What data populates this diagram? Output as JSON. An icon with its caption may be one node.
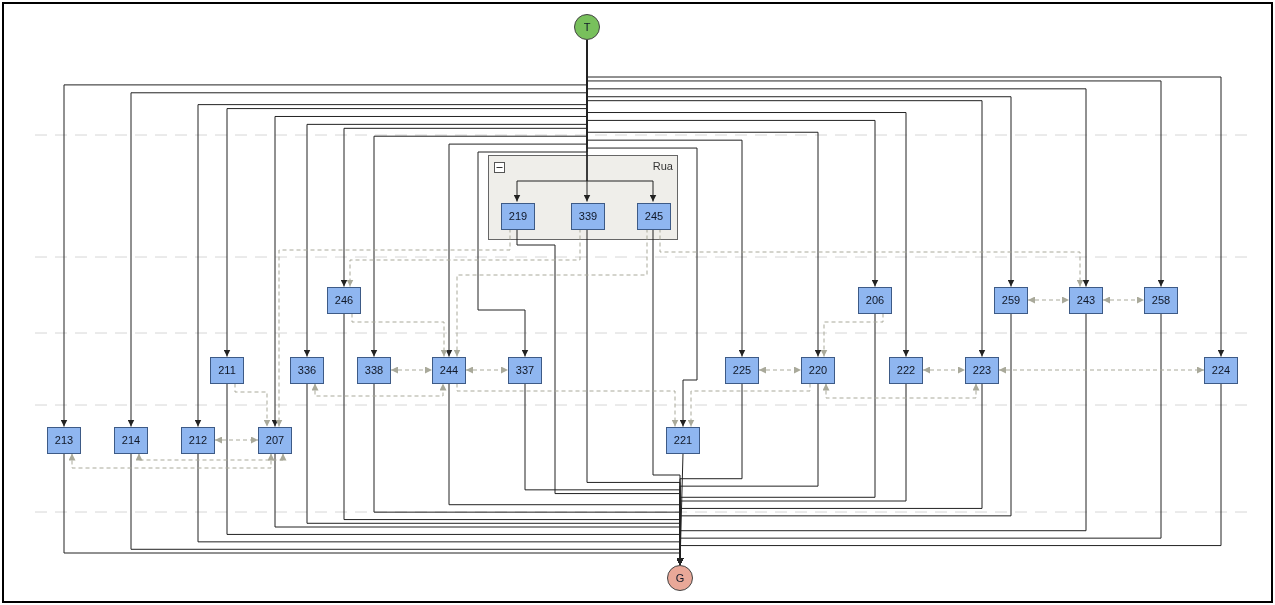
{
  "diagram": {
    "nodes": [
      {
        "text": [
          "T"
        ]
      },
      {
        "text": [
          "Rua"
        ]
      },
      {
        "text": [
          "219"
        ],
        "in": 1
      },
      {
        "text": [
          "339"
        ],
        "in": 1
      },
      {
        "text": [
          "245"
        ],
        "in": 1
      },
      {
        "text": [
          "246"
        ]
      },
      {
        "text": [
          "206"
        ]
      },
      {
        "text": [
          "259"
        ]
      },
      {
        "text": [
          "243"
        ]
      },
      {
        "text": [
          "258"
        ]
      },
      {
        "text": [
          "211"
        ]
      },
      {
        "text": [
          "336"
        ]
      },
      {
        "text": [
          "338"
        ]
      },
      {
        "text": [
          "244"
        ]
      },
      {
        "text": [
          "337"
        ]
      },
      {
        "text": [
          "225"
        ]
      },
      {
        "text": [
          "220"
        ]
      },
      {
        "text": [
          "222"
        ]
      },
      {
        "text": [
          "223"
        ]
      },
      {
        "text": [
          "224"
        ]
      },
      {
        "text": [
          "213"
        ]
      },
      {
        "text": [
          "214"
        ]
      },
      {
        "text": [
          "212"
        ]
      },
      {
        "text": [
          "207"
        ]
      },
      {
        "text": [
          "221"
        ]
      },
      {
        "text": [
          "G"
        ]
      }
    ],
    "edges": [
      {
        "from": 0,
        "to": 2,
        "arrow": "to"
      },
      {
        "from": 0,
        "to": 3,
        "arrow": "to"
      },
      {
        "from": 0,
        "to": 4,
        "arrow": "to"
      },
      {
        "from": 0,
        "to": 5,
        "arrow": "to"
      },
      {
        "from": 0,
        "to": 6,
        "arrow": "to"
      },
      {
        "from": 0,
        "to": 7,
        "arrow": "to"
      },
      {
        "from": 0,
        "to": 8,
        "arrow": "to"
      },
      {
        "from": 0,
        "to": 9,
        "arrow": "to"
      },
      {
        "from": 0,
        "to": 10,
        "arrow": "to"
      },
      {
        "from": 0,
        "to": 11,
        "arrow": "to"
      },
      {
        "from": 0,
        "to": 12,
        "arrow": "to"
      },
      {
        "from": 0,
        "to": 13,
        "arrow": "to"
      },
      {
        "from": 0,
        "to": 14,
        "arrow": "to"
      },
      {
        "from": 0,
        "to": 15,
        "arrow": "to"
      },
      {
        "from": 0,
        "to": 16,
        "arrow": "to"
      },
      {
        "from": 0,
        "to": 17,
        "arrow": "to"
      },
      {
        "from": 0,
        "to": 18,
        "arrow": "to"
      },
      {
        "from": 0,
        "to": 19,
        "arrow": "to"
      },
      {
        "from": 0,
        "to": 20,
        "arrow": "to"
      },
      {
        "from": 0,
        "to": 21,
        "arrow": "to"
      },
      {
        "from": 0,
        "to": 22,
        "arrow": "to"
      },
      {
        "from": 0,
        "to": 23,
        "arrow": "to"
      },
      {
        "from": 0,
        "to": 24,
        "arrow": "to"
      },
      {
        "from": 2,
        "to": 25,
        "arrow": "to"
      },
      {
        "from": 3,
        "to": 25,
        "arrow": "to"
      },
      {
        "from": 4,
        "to": 25,
        "arrow": "to"
      },
      {
        "from": 5,
        "to": 25,
        "arrow": "to"
      },
      {
        "from": 6,
        "to": 25,
        "arrow": "to"
      },
      {
        "from": 7,
        "to": 25,
        "arrow": "to"
      },
      {
        "from": 8,
        "to": 25,
        "arrow": "to"
      },
      {
        "from": 9,
        "to": 25,
        "arrow": "to"
      },
      {
        "from": 10,
        "to": 25,
        "arrow": "to"
      },
      {
        "from": 11,
        "to": 25,
        "arrow": "to"
      },
      {
        "from": 12,
        "to": 25,
        "arrow": "to"
      },
      {
        "from": 13,
        "to": 25,
        "arrow": "to"
      },
      {
        "from": 14,
        "to": 25,
        "arrow": "to"
      },
      {
        "from": 15,
        "to": 25,
        "arrow": "to"
      },
      {
        "from": 16,
        "to": 25,
        "arrow": "to"
      },
      {
        "from": 17,
        "to": 25,
        "arrow": "to"
      },
      {
        "from": 18,
        "to": 25,
        "arrow": "to"
      },
      {
        "from": 19,
        "to": 25,
        "arrow": "to"
      },
      {
        "from": 20,
        "to": 25,
        "arrow": "to"
      },
      {
        "from": 21,
        "to": 25,
        "arrow": "to"
      },
      {
        "from": 22,
        "to": 25,
        "arrow": "to"
      },
      {
        "from": 23,
        "to": 25,
        "arrow": "to"
      },
      {
        "from": 24,
        "to": 25,
        "arrow": "to"
      },
      {
        "from": 2,
        "to": 23,
        "arrow": "to",
        "style": "dashed",
        "color": "#a9a99a"
      },
      {
        "from": 3,
        "to": 5,
        "arrow": "to",
        "style": "dashed",
        "color": "#a9a99a"
      },
      {
        "from": 4,
        "to": 13,
        "arrow": "to",
        "style": "dashed",
        "color": "#a9a99a"
      },
      {
        "from": 4,
        "to": 8,
        "arrow": "to",
        "style": "dashed",
        "color": "#a9a99a"
      },
      {
        "from": 5,
        "to": 13,
        "arrow": "to",
        "style": "dashed",
        "color": "#a9a99a"
      },
      {
        "from": 10,
        "to": 23,
        "arrow": "to",
        "style": "dashed",
        "color": "#a9a99a"
      },
      {
        "from": 22,
        "to": 23,
        "arrow": "both",
        "style": "dashed",
        "color": "#a9a99a"
      },
      {
        "from": 20,
        "to": 23,
        "arrow": "both",
        "style": "dashed",
        "color": "#a9a99a"
      },
      {
        "from": 21,
        "to": 23,
        "arrow": "both",
        "style": "dashed",
        "color": "#a9a99a"
      },
      {
        "from": 11,
        "to": 13,
        "arrow": "both",
        "style": "dashed",
        "color": "#a9a99a"
      },
      {
        "from": 12,
        "to": 13,
        "arrow": "both",
        "style": "dashed",
        "color": "#a9a99a"
      },
      {
        "from": 13,
        "to": 14,
        "arrow": "both",
        "style": "dashed",
        "color": "#a9a99a"
      },
      {
        "from": 13,
        "to": 24,
        "arrow": "to",
        "style": "dashed",
        "color": "#a9a99a"
      },
      {
        "from": 16,
        "to": 24,
        "arrow": "to",
        "style": "dashed",
        "color": "#a9a99a"
      },
      {
        "from": 6,
        "to": 16,
        "arrow": "to",
        "style": "dashed",
        "color": "#a9a99a"
      },
      {
        "from": 15,
        "to": 16,
        "arrow": "both",
        "style": "dashed",
        "color": "#a9a99a"
      },
      {
        "from": 16,
        "to": 18,
        "arrow": "both",
        "style": "dashed",
        "color": "#a9a99a"
      },
      {
        "from": 17,
        "to": 18,
        "arrow": "both",
        "style": "dashed",
        "color": "#a9a99a"
      },
      {
        "from": 18,
        "to": 19,
        "arrow": "both",
        "style": "dashed",
        "color": "#a9a99a"
      },
      {
        "from": 7,
        "to": 8,
        "arrow": "both",
        "style": "dashed",
        "color": "#a9a99a"
      },
      {
        "from": 8,
        "to": 9,
        "arrow": "both",
        "style": "dashed",
        "color": "#a9a99a"
      }
    ]
  }
}
